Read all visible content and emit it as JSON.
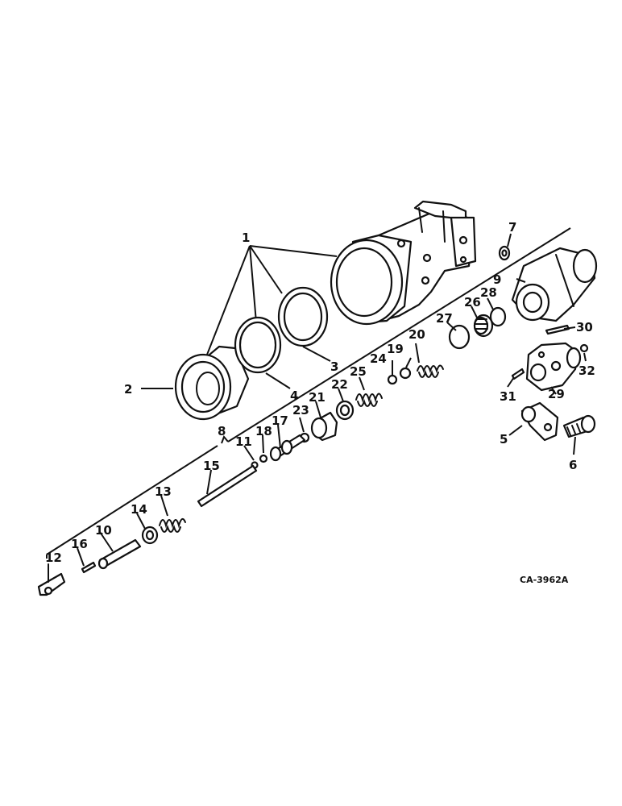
{
  "diagram": {
    "reference_code": "CA-3962A",
    "callouts": [
      "1",
      "2",
      "3",
      "4",
      "5",
      "6",
      "7",
      "8",
      "9",
      "10",
      "11",
      "12",
      "13",
      "14",
      "15",
      "16",
      "17",
      "18",
      "19",
      "20",
      "21",
      "22",
      "23",
      "24",
      "25",
      "26",
      "27",
      "28",
      "29",
      "30",
      "31",
      "32"
    ]
  }
}
